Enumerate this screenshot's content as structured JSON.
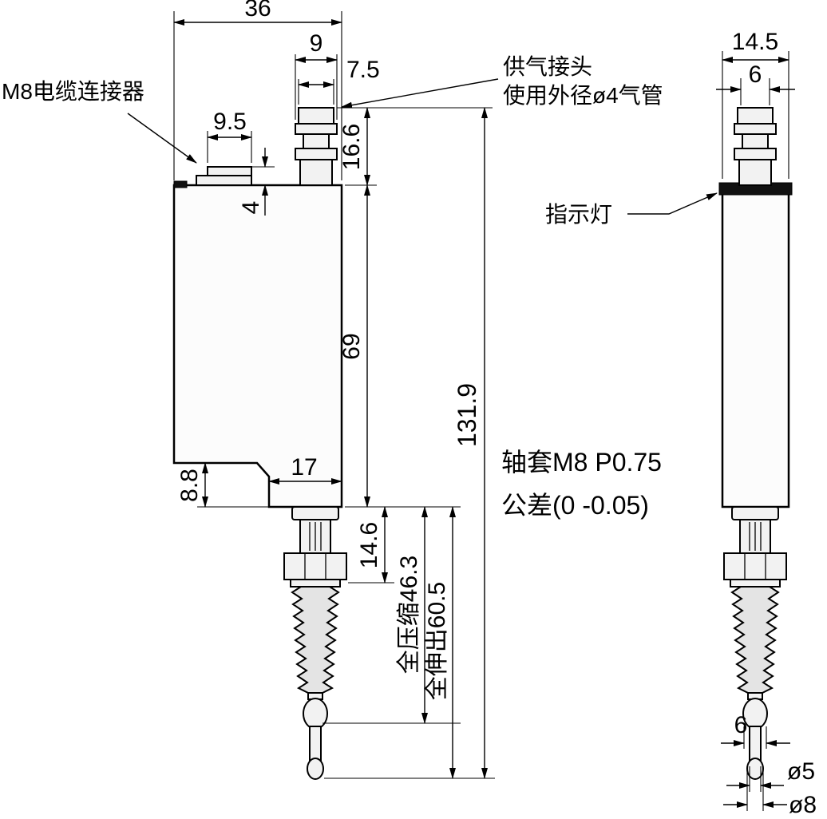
{
  "labels": {
    "cable_connector": "M8电缆连接器",
    "air_fitting_1": "供气接头",
    "air_fitting_2": "使用外径ø4气管",
    "indicator_light": "指示灯",
    "bushing_spec": "轴套M8 P0.75",
    "tolerance": "公差(0  -0.05)"
  },
  "dims_front": {
    "body_width": "36",
    "fitting_width": "9",
    "fitting_tip_width": "7.5",
    "connector_width": "9.5",
    "connector_height": "4",
    "fitting_height": "16.6",
    "body_height": "69",
    "overall_height": "131.9",
    "boss_width": "17",
    "step_height": "8.8",
    "nut_section_height": "14.6",
    "full_compression": "全压缩46.3",
    "full_extension": "全伸出60.5"
  },
  "dims_side": {
    "body_width": "14.5",
    "fitting_width": "6",
    "tip_width": "6",
    "rod_diameter": "ø5",
    "cap_diameter": "ø8"
  }
}
